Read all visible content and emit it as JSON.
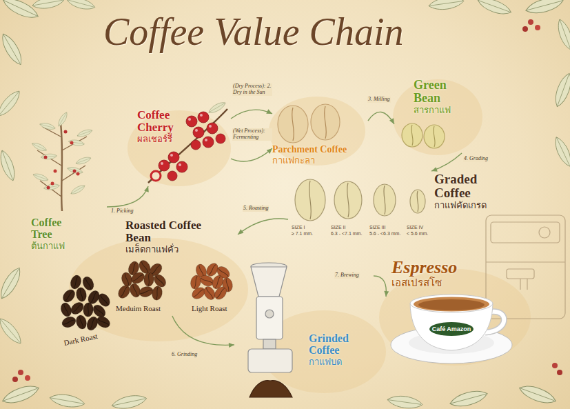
{
  "diagram": {
    "title": "Coffee Value Chain",
    "nodes": [
      {
        "text": [
          "Coffee Tree",
          "ต้นกาแฟ"
        ]
      },
      {
        "text": [
          "Coffee Cherry",
          "ผลเชอร์รี่"
        ]
      },
      {
        "text": [
          "Parchment Coffee",
          "กาแฟกะลา"
        ]
      },
      {
        "text": [
          "Green Bean",
          "สารกาแฟ"
        ]
      },
      {
        "text": [
          "Graded Coffee",
          "กาแฟคัดเกรด"
        ]
      },
      {
        "text": [
          "Roasted Coffee Bean",
          "เมล็ดกาแฟคั่ว"
        ]
      },
      {
        "text": [
          "Grinded Coffee",
          "กาแฟบด"
        ]
      },
      {
        "text": [
          "Espresso",
          "เอสเปรสโซ"
        ]
      }
    ],
    "edges": [
      {
        "from": 0,
        "to": 1,
        "arrow": "to",
        "label": "1. Picking"
      },
      {
        "from": 1,
        "to": 2,
        "arrow": "to",
        "label": "(Dry Process): 2. Dry in the Sun"
      },
      {
        "from": 1,
        "to": 2,
        "arrow": "to",
        "label": "(Wet Process): Fermenting"
      },
      {
        "from": 2,
        "to": 3,
        "arrow": "to",
        "label": "3. Milling"
      },
      {
        "from": 3,
        "to": 4,
        "arrow": "to",
        "label": "4. Grading"
      },
      {
        "from": 4,
        "to": 5,
        "arrow": "to",
        "label": "5. Roasting"
      },
      {
        "from": 5,
        "to": 6,
        "arrow": "to",
        "label": "6. Grinding"
      },
      {
        "from": 6,
        "to": 7,
        "arrow": "to",
        "label": "7. Brewing"
      }
    ],
    "labels": [
      "SIZE I",
      "≥ 7.1 mm.",
      "SIZE II",
      "6.3 - <7.1 mm.",
      "SIZE III",
      "5.6 - <6.3 mm.",
      "SIZE IV",
      "< 5.6 mm.",
      "Meduim Roast",
      "Light Roast",
      "Dark Roast",
      "Café Amazon"
    ]
  }
}
